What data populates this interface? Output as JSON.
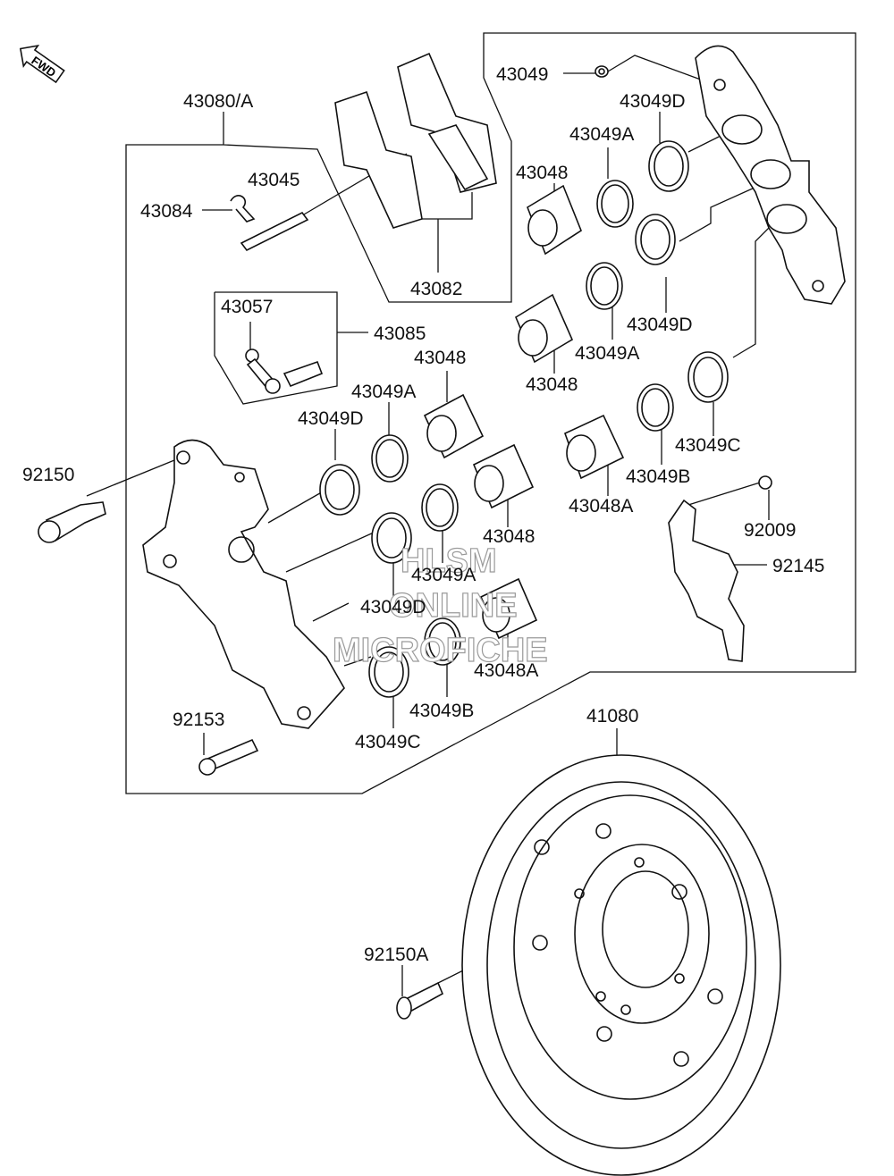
{
  "fwd_badge": "FWD",
  "watermark": {
    "line1": "HLSM",
    "line2": "ONLINE",
    "line3": "MICROFICHE"
  },
  "labels": {
    "l43080A": "43080/A",
    "l43045": "43045",
    "l43084": "43084",
    "l43082": "43082",
    "l43057": "43057",
    "l43085": "43085",
    "l92150": "92150",
    "l43049D_top": "43049D",
    "l43049A_top": "43049A",
    "l43049": "43049",
    "l43048_upper": "43048",
    "l43049D_right": "43049D",
    "l43049A_right": "43049A",
    "l43048_mid": "43048",
    "l43048_left": "43048",
    "l43049A_left": "43049A",
    "l43049D_left": "43049D",
    "l43049C_right": "43049C",
    "l43049B_right": "43049B",
    "l43048A_right": "43048A",
    "l92009": "92009",
    "l92145": "92145",
    "l43048_center": "43048",
    "l43049A_center": "43049A",
    "l43049D_center": "43049D",
    "l43048A_center": "43048A",
    "l43049B_center": "43049B",
    "l43049C_center": "43049C",
    "l92153": "92153",
    "l41080": "41080",
    "l92150A": "92150A"
  }
}
